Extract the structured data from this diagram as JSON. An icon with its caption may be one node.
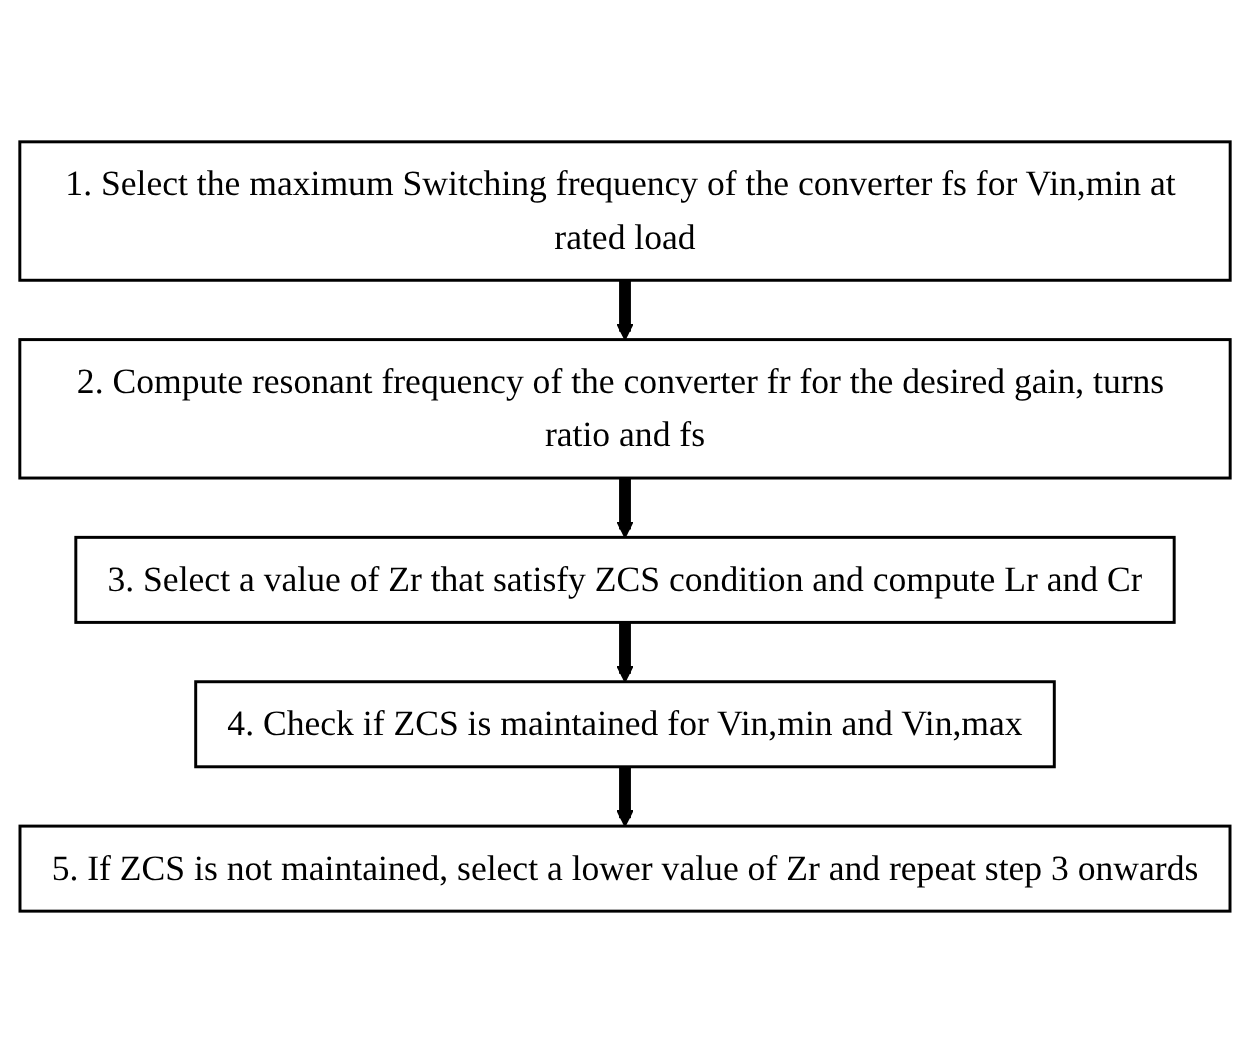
{
  "diagram": {
    "nodes": [
      {
        "text": [
          "1. Select the maximum Switching frequency of the converter fs for Vin,min at rated load"
        ]
      },
      {
        "text": [
          "2. Compute resonant frequency of the converter fr for the desired gain, turns ratio and fs"
        ]
      },
      {
        "text": [
          "3. Select a value of Zr that satisfy ZCS condition and compute Lr and Cr"
        ]
      },
      {
        "text": [
          "4. Check if ZCS is maintained for Vin,min and Vin,max"
        ]
      },
      {
        "text": [
          "5. If ZCS is not maintained, select a lower value of Zr and repeat step 3 onwards"
        ]
      }
    ],
    "edges": [
      {
        "from": 0,
        "to": 1,
        "arrow": "to"
      },
      {
        "from": 1,
        "to": 2,
        "arrow": "to"
      },
      {
        "from": 2,
        "to": 3,
        "arrow": "to"
      },
      {
        "from": 3,
        "to": 4,
        "arrow": "to"
      }
    ]
  }
}
